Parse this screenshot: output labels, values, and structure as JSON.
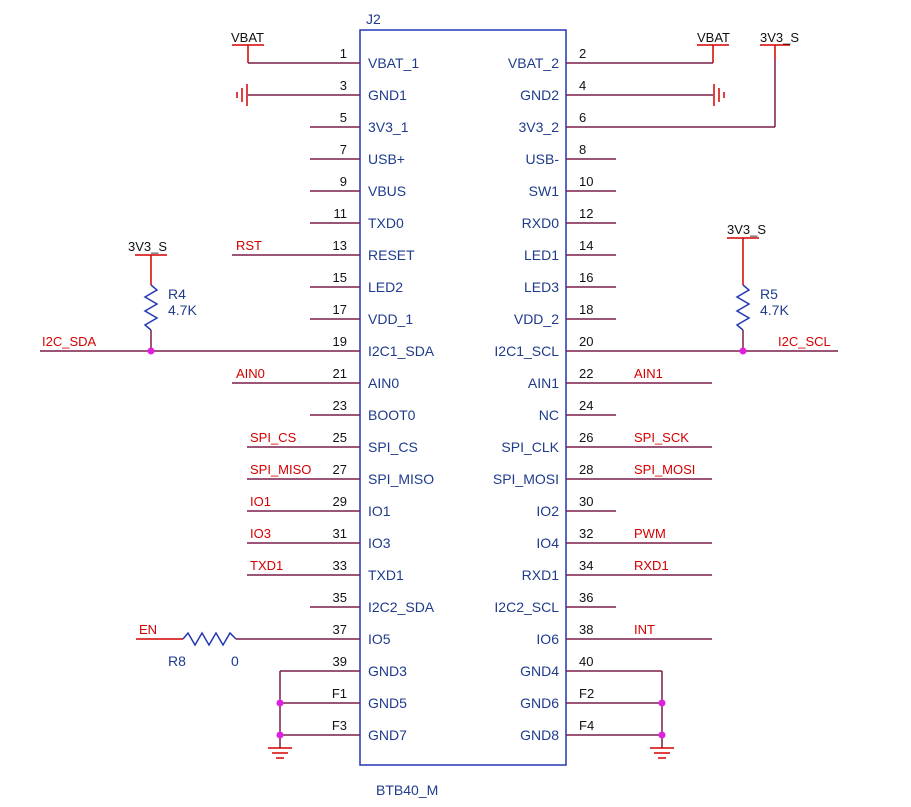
{
  "component": {
    "designator": "J2",
    "part": "BTB40_M",
    "colors": {
      "body": "#2438b0",
      "wire": "#7a1f4a",
      "net": "#d40000",
      "junction": "#e020e0",
      "pin_text": "#1f3b8c"
    },
    "pins_left": [
      {
        "num": "1",
        "name": "VBAT_1"
      },
      {
        "num": "3",
        "name": "GND1"
      },
      {
        "num": "5",
        "name": "3V3_1"
      },
      {
        "num": "7",
        "name": "USB+"
      },
      {
        "num": "9",
        "name": "VBUS"
      },
      {
        "num": "11",
        "name": "TXD0"
      },
      {
        "num": "13",
        "name": "RESET"
      },
      {
        "num": "15",
        "name": "LED2"
      },
      {
        "num": "17",
        "name": "VDD_1"
      },
      {
        "num": "19",
        "name": "I2C1_SDA"
      },
      {
        "num": "21",
        "name": "AIN0"
      },
      {
        "num": "23",
        "name": "BOOT0"
      },
      {
        "num": "25",
        "name": "SPI_CS"
      },
      {
        "num": "27",
        "name": "SPI_MISO"
      },
      {
        "num": "29",
        "name": "IO1"
      },
      {
        "num": "31",
        "name": "IO3"
      },
      {
        "num": "33",
        "name": "TXD1"
      },
      {
        "num": "35",
        "name": "I2C2_SDA"
      },
      {
        "num": "37",
        "name": "IO5"
      },
      {
        "num": "39",
        "name": "GND3"
      },
      {
        "num": "F1",
        "name": "GND5"
      },
      {
        "num": "F3",
        "name": "GND7"
      }
    ],
    "pins_right": [
      {
        "num": "2",
        "name": "VBAT_2"
      },
      {
        "num": "4",
        "name": "GND2"
      },
      {
        "num": "6",
        "name": "3V3_2"
      },
      {
        "num": "8",
        "name": "USB-"
      },
      {
        "num": "10",
        "name": "SW1"
      },
      {
        "num": "12",
        "name": "RXD0"
      },
      {
        "num": "14",
        "name": "LED1"
      },
      {
        "num": "16",
        "name": "LED3"
      },
      {
        "num": "18",
        "name": "VDD_2"
      },
      {
        "num": "20",
        "name": "I2C1_SCL"
      },
      {
        "num": "22",
        "name": "AIN1"
      },
      {
        "num": "24",
        "name": "NC"
      },
      {
        "num": "26",
        "name": "SPI_CLK"
      },
      {
        "num": "28",
        "name": "SPI_MOSI"
      },
      {
        "num": "30",
        "name": "IO2"
      },
      {
        "num": "32",
        "name": "IO4"
      },
      {
        "num": "34",
        "name": "RXD1"
      },
      {
        "num": "36",
        "name": "I2C2_SCL"
      },
      {
        "num": "38",
        "name": "IO6"
      },
      {
        "num": "40",
        "name": "GND4"
      },
      {
        "num": "F2",
        "name": "GND6"
      },
      {
        "num": "F4",
        "name": "GND8"
      }
    ]
  },
  "power": {
    "vbat_left": "VBAT",
    "vbat_right": "VBAT",
    "v3s_right": "3V3_S",
    "v3s_r4": "3V3_S",
    "v3s_r5": "3V3_S"
  },
  "nets": {
    "rst": "RST",
    "i2c_sda": "I2C_SDA",
    "i2c_scl": "I2C_SCL",
    "ain0": "AIN0",
    "ain1": "AIN1",
    "spi_cs": "SPI_CS",
    "spi_sck": "SPI_SCK",
    "spi_miso": "SPI_MISO",
    "spi_mosi": "SPI_MOSI",
    "io1": "IO1",
    "io3": "IO3",
    "pwm": "PWM",
    "txd1": "TXD1",
    "rxd1": "RXD1",
    "en": "EN",
    "int": "INT"
  },
  "resistors": {
    "r4": {
      "ref": "R4",
      "value": "4.7K"
    },
    "r5": {
      "ref": "R5",
      "value": "4.7K"
    },
    "r8": {
      "ref": "R8",
      "value": "0"
    }
  }
}
